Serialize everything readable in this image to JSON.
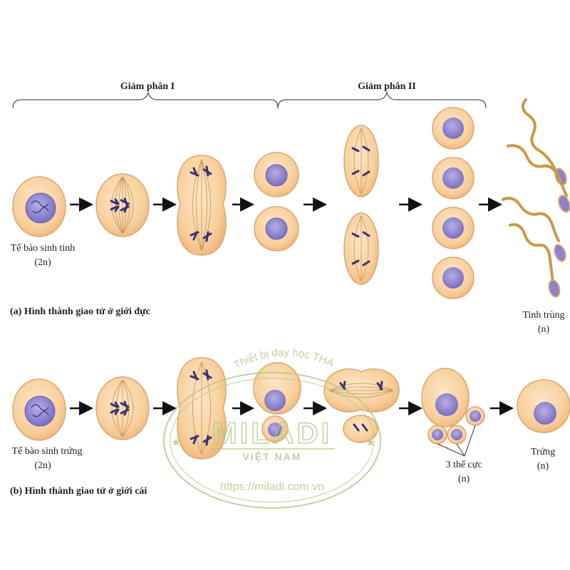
{
  "phases": {
    "meiosis_1": "Giảm phân I",
    "meiosis_2": "Giảm phân II"
  },
  "male": {
    "start_label": "Tế bào sinh tinh",
    "start_ploidy": "(2n)",
    "end_label": "Tinh trùng",
    "end_ploidy": "(n)",
    "caption": "(a) Hình thành giao tử ở giới đực"
  },
  "female": {
    "start_label": "Tế bào sinh trứng",
    "start_ploidy": "(2n)",
    "polar_label": "3 thể cực",
    "polar_ploidy": "(n)",
    "end_label": "Trứng",
    "end_ploidy": "(n)",
    "caption": "(b) Hình thành giao tử ở giới cái"
  },
  "watermark": {
    "arc_text": "Thiết bị dạy học THA",
    "brand": "MILADI",
    "country": "VIỆT NAM",
    "url": "https://miladi.com.vn"
  },
  "colors": {
    "cell_fill": "#f7c994",
    "cell_stroke": "#d9a870",
    "nucleus": "#8478c8",
    "chromosome": "#3b3170",
    "sperm_tail": "#c99a4a",
    "watermark": "#b8c98a"
  }
}
